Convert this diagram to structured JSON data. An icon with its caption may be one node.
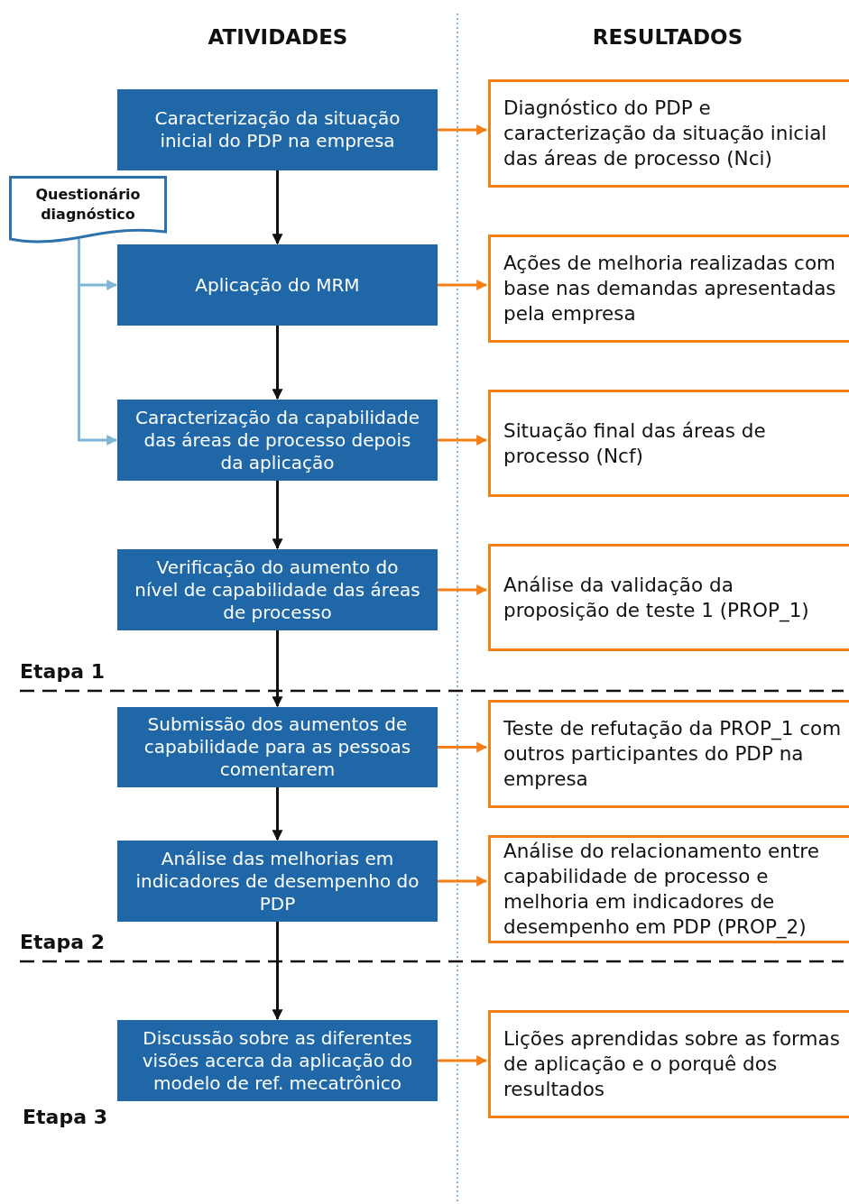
{
  "diagram": {
    "nodes": [
      {
        "text": [
          "Caracterização da situação inicial do PDP na empresa"
        ]
      },
      {
        "text": [
          "Diagnóstico do PDP e caracterização da situação inicial das áreas de processo (Nci)"
        ]
      },
      {
        "text": [
          "Questionário diagnóstico"
        ]
      },
      {
        "text": [
          "Aplicação do MRM"
        ]
      },
      {
        "text": [
          "Ações de melhoria realizadas com base nas demandas apresentadas pela empresa"
        ]
      },
      {
        "text": [
          "Caracterização da capabilidade das áreas de processo depois da aplicação"
        ]
      },
      {
        "text": [
          "Situação final das áreas de processo (Ncf)"
        ]
      },
      {
        "text": [
          "Verificação do aumento do nível de capabilidade das áreas de processo"
        ]
      },
      {
        "text": [
          "Análise da validação da proposição de teste 1 (PROP_1)"
        ]
      },
      {
        "text": [
          "Submissão dos aumentos de capabilidade para as pessoas comentarem"
        ]
      },
      {
        "text": [
          "Teste de refutação da PROP_1 com outros participantes do PDP na empresa"
        ]
      },
      {
        "text": [
          "Análise das melhorias em indicadores de desempenho do PDP"
        ]
      },
      {
        "text": [
          "Análise do relacionamento entre capabilidade de processo e melhoria em indicadores de desempenho em PDP (PROP_2)"
        ]
      },
      {
        "text": [
          "Discussão sobre as diferentes visões acerca da aplicação do modelo de ref. mecatrônico"
        ]
      },
      {
        "text": [
          "Lições aprendidas sobre as formas de aplicação e o porquê dos resultados"
        ]
      }
    ],
    "edges": [
      {
        "from": 0,
        "to": 3,
        "arrow": "to",
        "color": "#111111"
      },
      {
        "from": 3,
        "to": 5,
        "arrow": "to",
        "color": "#111111"
      },
      {
        "from": 5,
        "to": 7,
        "arrow": "to",
        "color": "#111111"
      },
      {
        "from": 7,
        "to": 9,
        "arrow": "to",
        "color": "#111111"
      },
      {
        "from": 9,
        "to": 11,
        "arrow": "to",
        "color": "#111111"
      },
      {
        "from": 11,
        "to": 13,
        "arrow": "to",
        "color": "#111111"
      },
      {
        "from": 0,
        "to": 1,
        "arrow": "to",
        "color": "#f57f17"
      },
      {
        "from": 3,
        "to": 4,
        "arrow": "to",
        "color": "#f57f17"
      },
      {
        "from": 5,
        "to": 6,
        "arrow": "to",
        "color": "#f57f17"
      },
      {
        "from": 7,
        "to": 8,
        "arrow": "to",
        "color": "#f57f17"
      },
      {
        "from": 9,
        "to": 10,
        "arrow": "to",
        "color": "#f57f17"
      },
      {
        "from": 11,
        "to": 12,
        "arrow": "to",
        "color": "#f57f17"
      },
      {
        "from": 13,
        "to": 14,
        "arrow": "to",
        "color": "#f57f17"
      },
      {
        "from": 2,
        "to": 3,
        "arrow": "to",
        "color": "#7fb6d6"
      },
      {
        "from": 2,
        "to": 5,
        "arrow": "to",
        "color": "#7fb6d6"
      }
    ],
    "labels": [
      "ATIVIDADES",
      "RESULTADOS",
      "Etapa 1",
      "Etapa 2",
      "Etapa 3"
    ]
  }
}
